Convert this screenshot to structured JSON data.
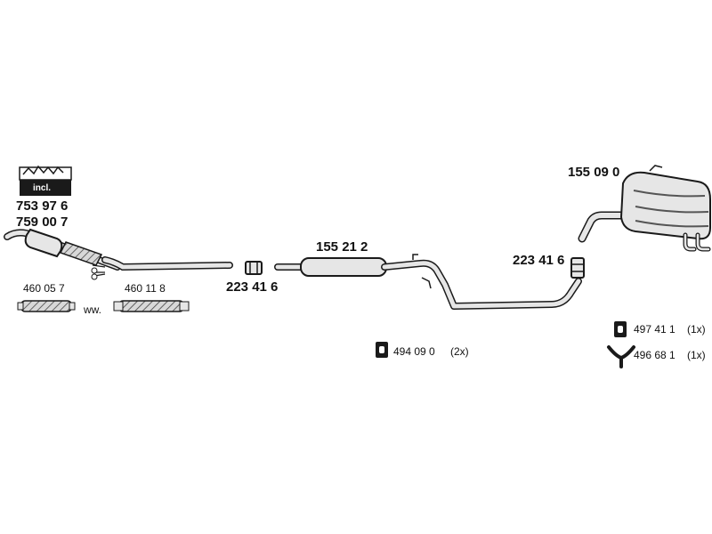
{
  "parts": {
    "kit_label": "incl.",
    "kit_pn_1": "753 97 6",
    "kit_pn_2": "759 00 7",
    "flex_1": "460 05 7",
    "flex_ww": "ww.",
    "flex_2": "460 11 8",
    "clamp_1": "223 41 6",
    "middle_silencer": "155 21 2",
    "clamp_2": "223 41 6",
    "rear_silencer": "155 09 0",
    "hanger_1": "494 09 0",
    "hanger_1_qty": "(2x)",
    "hanger_2": "497 41 1",
    "hanger_2_qty": "(1x)",
    "hanger_3": "496 68 1",
    "hanger_3_qty": "(1x)"
  },
  "colors": {
    "line": "#1a1a1a",
    "fill": "#e6e6e6",
    "dark": "#333333"
  }
}
